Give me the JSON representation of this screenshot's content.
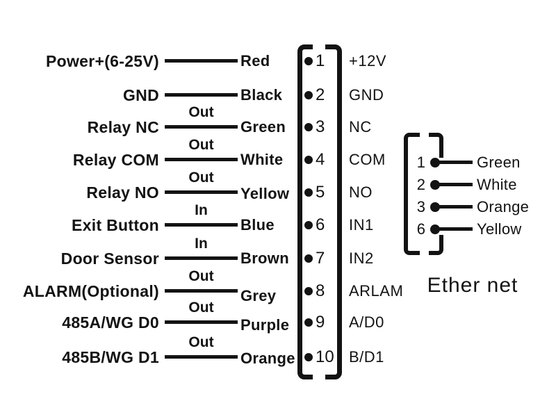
{
  "diagram": {
    "background": "#ffffff",
    "ink_color": "#131313",
    "main_connector": {
      "rows": [
        {
          "label": "Power+(6-25V)",
          "direction": "",
          "wire_color": "Red",
          "pin": "1",
          "pin_label": "+12V"
        },
        {
          "label": "GND",
          "direction": "",
          "wire_color": "Black",
          "pin": "2",
          "pin_label": "GND"
        },
        {
          "label": "Relay NC",
          "direction": "Out",
          "wire_color": "Green",
          "pin": "3",
          "pin_label": "NC"
        },
        {
          "label": "Relay COM",
          "direction": "Out",
          "wire_color": "White",
          "pin": "4",
          "pin_label": "COM"
        },
        {
          "label": "Relay NO",
          "direction": "Out",
          "wire_color": "Yellow",
          "pin": "5",
          "pin_label": "NO"
        },
        {
          "label": "Exit Button",
          "direction": "In",
          "wire_color": "Blue",
          "pin": "6",
          "pin_label": "IN1"
        },
        {
          "label": "Door Sensor",
          "direction": "In",
          "wire_color": "Brown",
          "pin": "7",
          "pin_label": "IN2"
        },
        {
          "label": "ALARM(Optional)",
          "direction": "Out",
          "wire_color": "Grey",
          "pin": "8",
          "pin_label": "ARLAM"
        },
        {
          "label": "485A/WG D0",
          "direction": "Out",
          "wire_color": "Purple",
          "pin": "9",
          "pin_label": "A/D0"
        },
        {
          "label": "485B/WG D1",
          "direction": "Out",
          "wire_color": "Orange",
          "pin": "10",
          "pin_label": "B/D1"
        }
      ]
    },
    "ethernet_connector": {
      "title": "Ether net",
      "pins": [
        {
          "pin": "1",
          "wire_color": "Green"
        },
        {
          "pin": "2",
          "wire_color": "White"
        },
        {
          "pin": "3",
          "wire_color": "Orange"
        },
        {
          "pin": "6",
          "wire_color": "Yellow"
        }
      ]
    }
  }
}
